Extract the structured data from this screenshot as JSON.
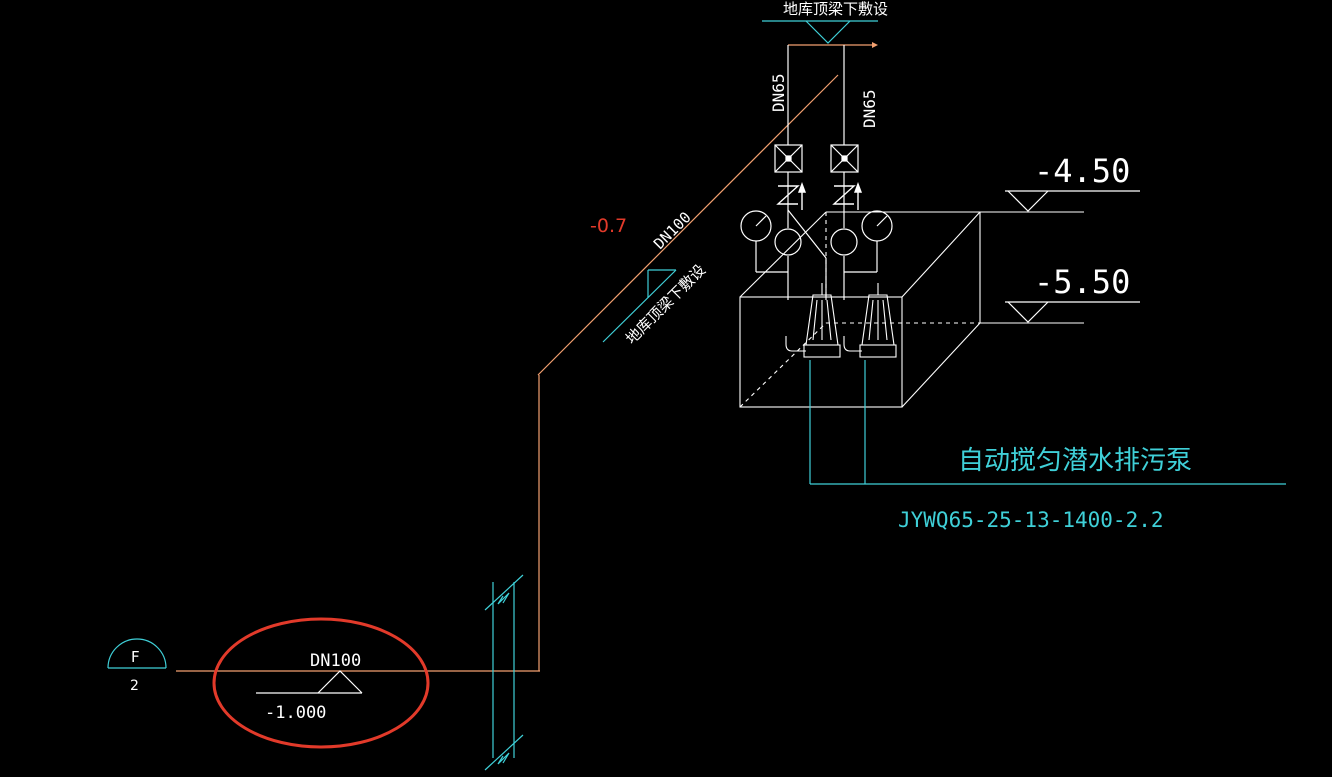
{
  "labels": {
    "top_note": "地库顶梁下敷设",
    "diag_note": "地库顶梁下敷设",
    "dn65_left": "DN65",
    "dn65_right": "DN65",
    "dn100_diag": "DN100",
    "dn100_bottom": "DN100",
    "elev_red": "-0.7",
    "elev_top": "-4.50",
    "elev_mid": "-5.50",
    "elev_bottom": "-1.000",
    "pump_name": "自动搅匀潜水排污泵",
    "pump_model": "JYWQ65-25-13-1400-2.2",
    "section_letter": "F",
    "section_number": "2"
  },
  "colors": {
    "background": "#000000",
    "cyan": "#3fd0d8",
    "white": "#ffffff",
    "pipe": "#f2a070",
    "red": "#e23a2a"
  },
  "icons": [
    "pressure-gauge-icon",
    "check-valve-icon",
    "gate-valve-icon",
    "pump-icon",
    "elevation-marker-icon",
    "section-marker-icon"
  ]
}
